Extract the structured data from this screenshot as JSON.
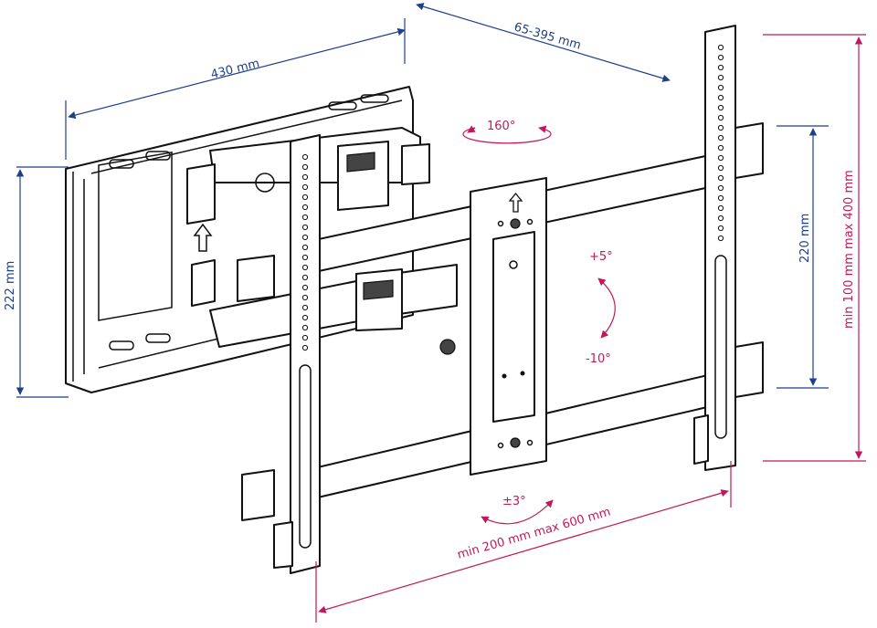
{
  "dimensions": {
    "wall_plate_width": "430 mm",
    "wall_plate_height": "222 mm",
    "extension_range": "65-395 mm",
    "vesa_vertical_inner": "220 mm",
    "vesa_vertical_range": "min 100 mm max 400 mm",
    "vesa_horizontal_range": "min 200 mm max 600 mm"
  },
  "angles": {
    "swivel": "160°",
    "tilt_up": "+5°",
    "tilt_down": "-10°",
    "level": "±3°"
  },
  "colors": {
    "navy": "#1f3f8a",
    "magenta": "#c2185b",
    "line": "#111111"
  }
}
